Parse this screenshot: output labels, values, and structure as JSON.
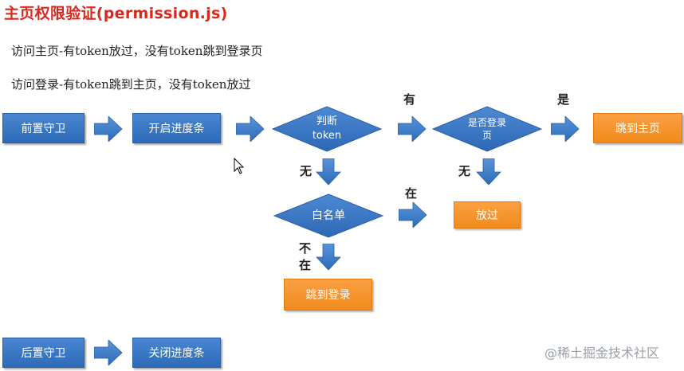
{
  "title": "主页权限验证(permission.js)",
  "descriptions": [
    "访问主页-有token放过，没有token跳到登录页",
    "访问登录-有token跳到主页，没有token放过"
  ],
  "nodes": {
    "before_guard": "前置守卫",
    "start_progress": "开启进度条",
    "judge_token": [
      "判断",
      "token"
    ],
    "is_login_page": [
      "是否登录",
      "页"
    ],
    "to_home": "跳到主页",
    "whitelist": "白名单",
    "pass": "放过",
    "to_login": "跳到登录",
    "after_guard": "后置守卫",
    "close_progress": "关闭进度条"
  },
  "edge_labels": {
    "has": "有",
    "yes": "是",
    "no_token": "无",
    "no_login": "无",
    "in": "在",
    "not_in_1": "不",
    "not_in_2": "在"
  },
  "watermark": "@稀土掘金技术社区",
  "colors": {
    "title": "#d9281e",
    "blue": "#2d6bb8",
    "orange": "#f08a1c"
  }
}
